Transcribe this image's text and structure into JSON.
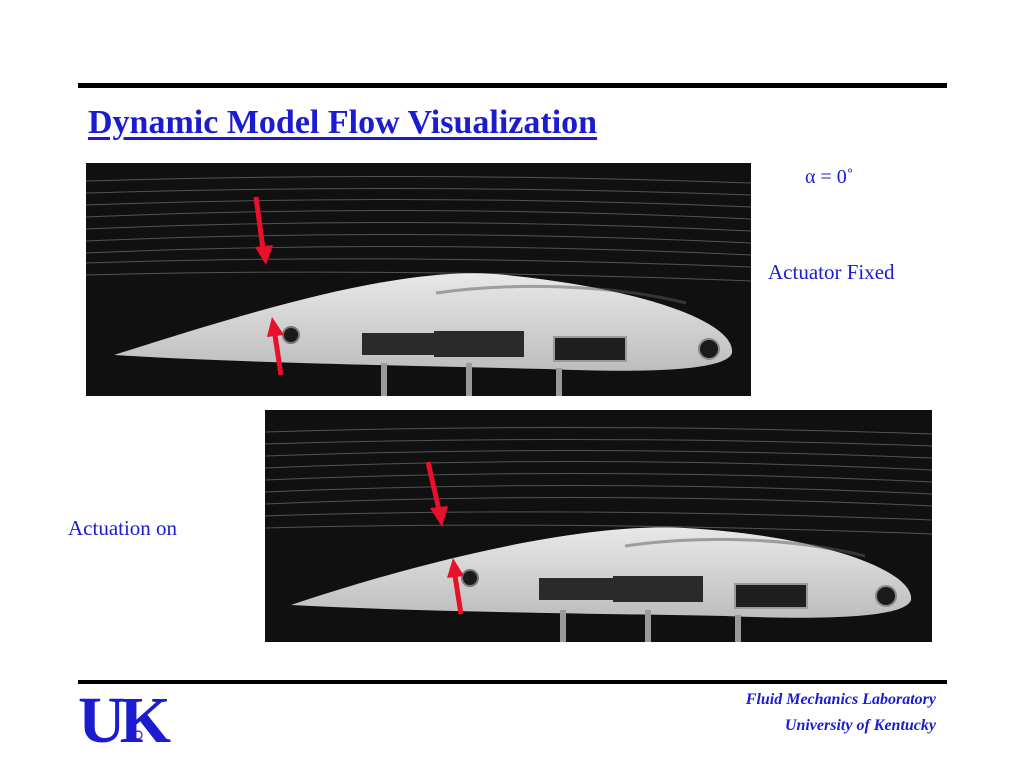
{
  "slide": {
    "title": "Dynamic Model Flow Visualization",
    "alpha_label": "α = 0˚",
    "actuator_fixed_label": "Actuator Fixed",
    "actuation_on_label": "Actuation on",
    "footer_lab": "Fluid Mechanics Laboratory",
    "footer_university": "University of Kentucky",
    "logo_text": "UK"
  },
  "colors": {
    "accent_blue": "#1b1bd0",
    "arrow_red": "#e8102a"
  }
}
